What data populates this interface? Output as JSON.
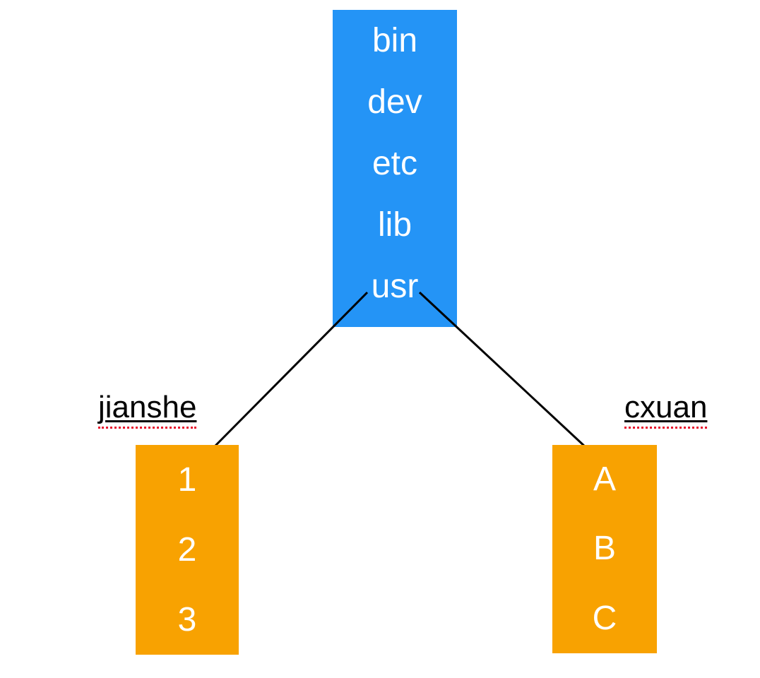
{
  "colors": {
    "root_box": "#2494F6",
    "child_box": "#F8A201",
    "box_text": "#FFFFFF",
    "label_text": "#000000",
    "connector": "#000000",
    "misspell_underline": "#E8112D"
  },
  "root": {
    "items": [
      "bin",
      "dev",
      "etc",
      "lib",
      "usr"
    ]
  },
  "children": [
    {
      "label": "jianshe",
      "items": [
        "1",
        "2",
        "3"
      ]
    },
    {
      "label": "cxuan",
      "items": [
        "A",
        "B",
        "C"
      ]
    }
  ],
  "connectors": [
    {
      "from": "usr",
      "to": "jianshe"
    },
    {
      "from": "usr",
      "to": "cxuan"
    }
  ]
}
